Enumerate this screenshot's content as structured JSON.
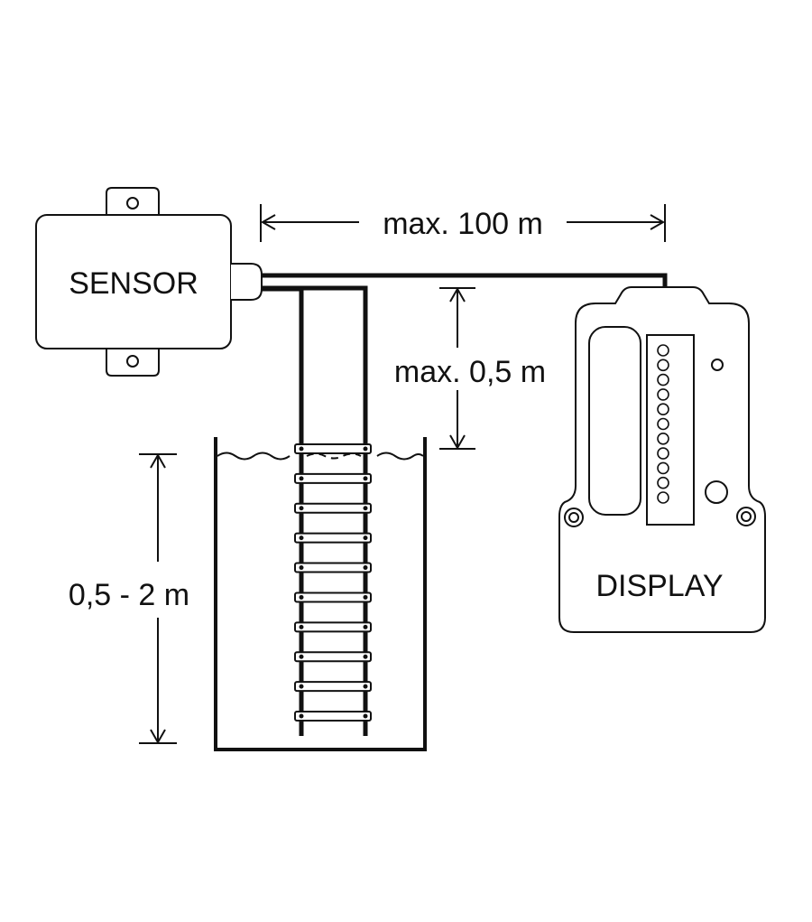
{
  "labels": {
    "sensor": "SENSOR",
    "display": "DISPLAY",
    "cable_length": "max. 100 m",
    "sensor_height": "max. 0,5 m",
    "tank_depth": "0,5 - 2 m"
  },
  "colors": {
    "stroke": "#111111",
    "fill": "#ffffff",
    "background": "#ffffff"
  },
  "probe": {
    "rung_count": 10
  },
  "display_unit": {
    "led_count": 11
  }
}
